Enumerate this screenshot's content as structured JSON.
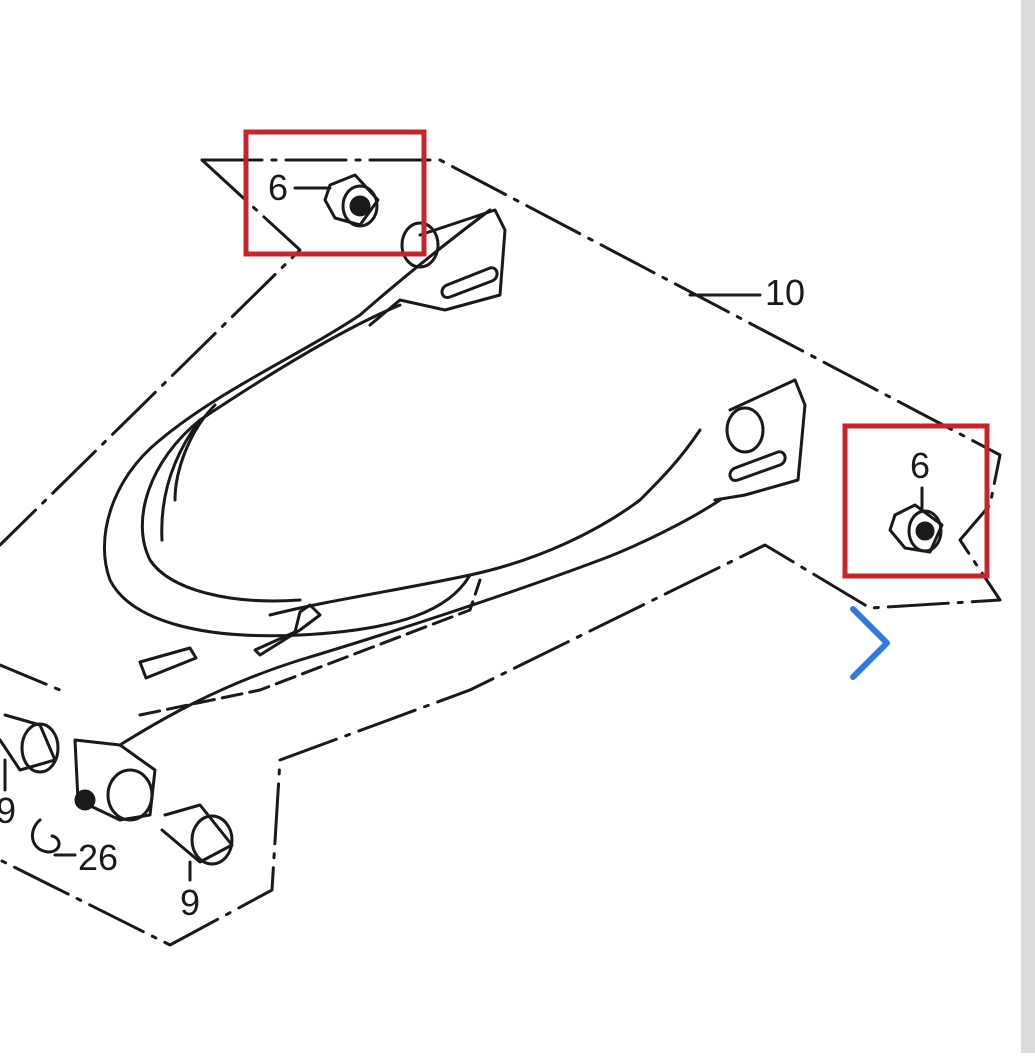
{
  "diagram": {
    "callouts": {
      "c6a": "6",
      "c6b": "6",
      "c10": "10",
      "c9a": "9",
      "c9b": "9",
      "c26": "26"
    },
    "highlight_color": "#c8242b",
    "line_color": "#1a1a1a"
  },
  "nav": {
    "next_icon": "chevron-right-icon",
    "accent": "#2f7be0"
  }
}
